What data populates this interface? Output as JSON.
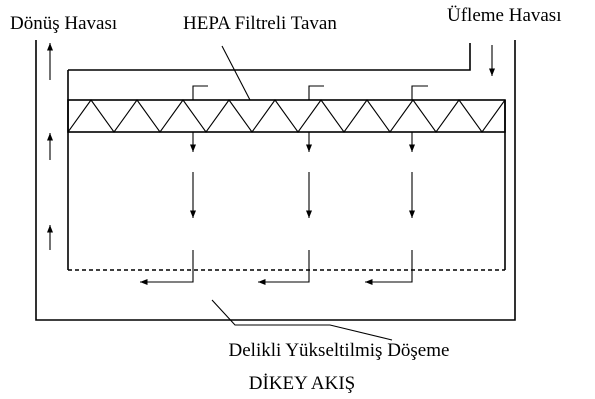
{
  "labels": {
    "return_air": "Dönüş Havası",
    "hepa_ceiling": "HEPA Filtreli Tavan",
    "supply_air": "Üfleme Havası",
    "raised_floor": "Delikli Yükseltilmiş Döşeme",
    "title": "DİKEY AKIŞ"
  },
  "colors": {
    "line": "#000000",
    "background": "#ffffff"
  }
}
